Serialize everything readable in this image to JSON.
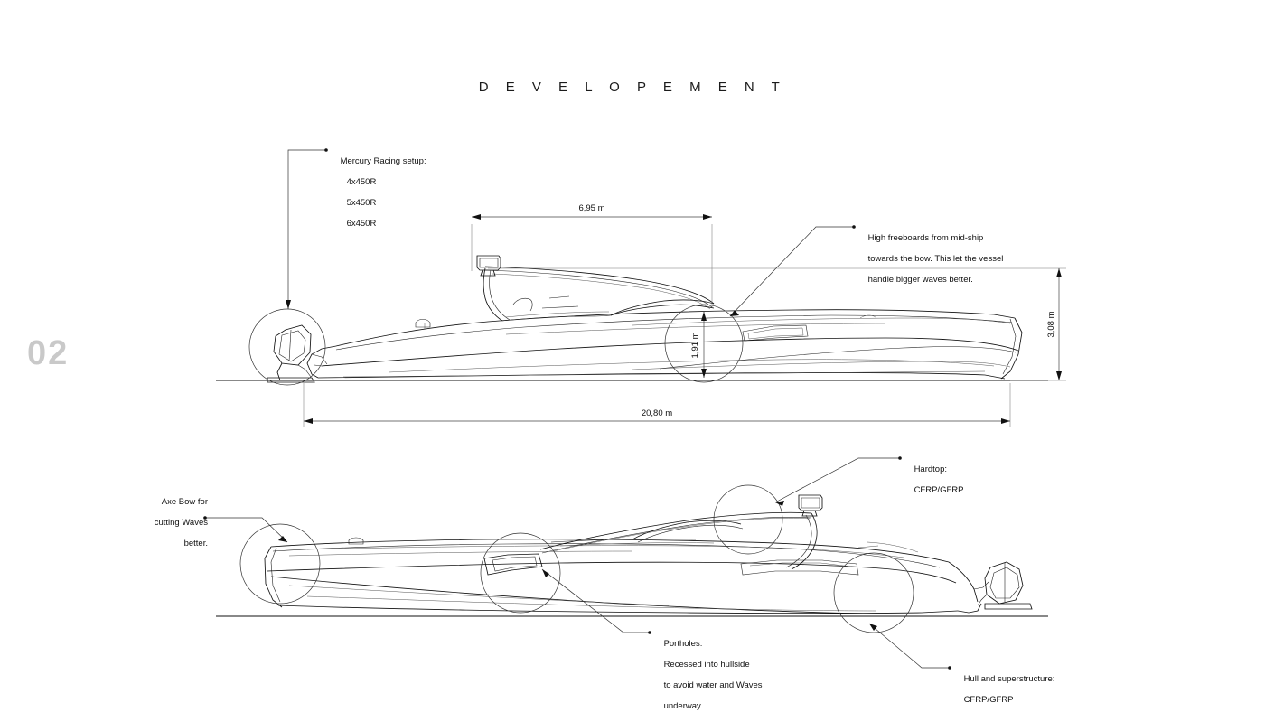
{
  "header": {
    "title": "D E V E L O P E M E N T",
    "page_number": "02"
  },
  "annotations": {
    "mercury": {
      "line1": "Mercury Racing setup:",
      "line2": "4x450R",
      "line3": "5x450R",
      "line4": "6x450R"
    },
    "freeboards": {
      "line1": "High freeboards from mid-ship",
      "line2": "towards the bow. This let the vessel",
      "line3": "handle bigger waves better."
    },
    "axe_bow": {
      "line1": "Axe Bow for",
      "line2": "cutting Waves",
      "line3": "better."
    },
    "hardtop": {
      "line1": "Hardtop:",
      "line2": "CFRP/GFRP"
    },
    "portholes": {
      "line1": "Portholes:",
      "line2": "Recessed into hullside",
      "line3": "to avoid water and Waves",
      "line4": "underway."
    },
    "hull": {
      "line1": "Hull and superstructure:",
      "line2": "CFRP/GFRP"
    }
  },
  "dimensions": {
    "cabin_length": "6,95 m",
    "air_draft": "3,08 m",
    "freeboard_height": "1,91 m",
    "overall_length": "20,80 m"
  },
  "colors": {
    "ink": "#111111",
    "page_number": "#c9c9c9",
    "dimension": "#444444",
    "background": "#ffffff"
  }
}
